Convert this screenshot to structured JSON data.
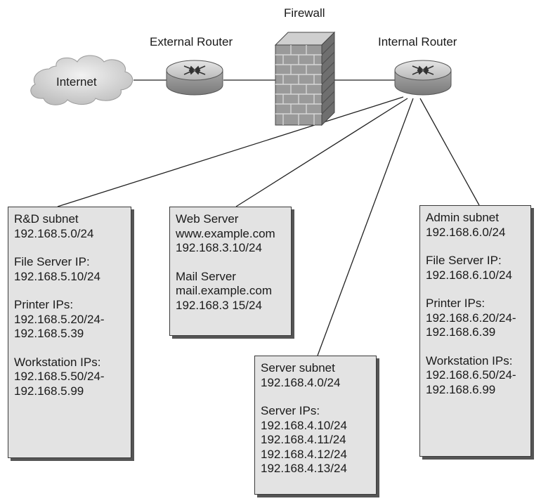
{
  "labels": {
    "firewall": "Firewall",
    "external_router": "External Router",
    "internal_router": "Internal Router",
    "internet": "Internet"
  },
  "icons": {
    "cloud": "cloud-icon",
    "router": "router-icon",
    "firewall": "firewall-brick-wall-icon"
  },
  "colors": {
    "box_fill": "#e3e3e3",
    "box_shadow": "#555555",
    "line": "#222222",
    "router_body": "#c8c8c8",
    "firewall_face": "#9a9a9a"
  },
  "rd_subnet": {
    "title": "R&D subnet",
    "network": "192.168.5.0/24",
    "file_server_label": "File Server IP:",
    "file_server_ip": "192.168.5.10/24",
    "printer_label": "Printer IPs:",
    "printer_range_start": "192.168.5.20/24-",
    "printer_range_end": "192.168.5.39",
    "workstation_label": "Workstation IPs:",
    "workstation_range_start": "192.168.5.50/24-",
    "workstation_range_end": "192.168.5.99"
  },
  "web_mail": {
    "web_title": "Web Server",
    "web_host": "www.example.com",
    "web_ip": "192.168.3.10/24",
    "mail_title": "Mail Server",
    "mail_host": "mail.example.com",
    "mail_ip": "192.168.3 15/24"
  },
  "server_subnet": {
    "title": "Server subnet",
    "network": "192.168.4.0/24",
    "server_label": "Server IPs:",
    "ips": [
      "192.168.4.10/24",
      "192.168.4.11/24",
      "192.168.4.12/24",
      "192.168.4.13/24"
    ]
  },
  "admin_subnet": {
    "title": "Admin subnet",
    "network": "192.168.6.0/24",
    "file_server_label": "File Server IP:",
    "file_server_ip": "192.168.6.10/24",
    "printer_label": "Printer IPs:",
    "printer_range_start": "192.168.6.20/24-",
    "printer_range_end": "192.168.6.39",
    "workstation_label": "Workstation IPs:",
    "workstation_range_start": "192.168.6.50/24-",
    "workstation_range_end": "192.168.6.99"
  }
}
